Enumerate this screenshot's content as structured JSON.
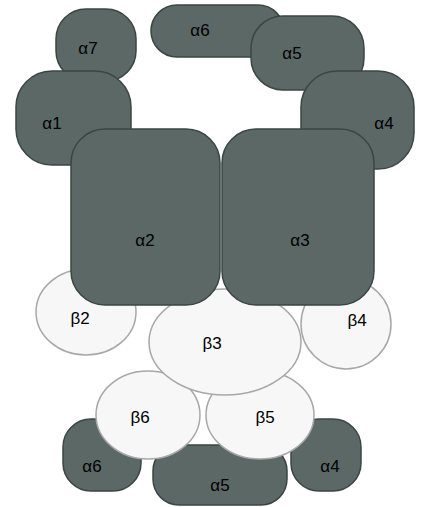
{
  "diagram": {
    "nodes": [
      {
        "text": [
          "α7"
        ]
      },
      {
        "text": [
          "α6"
        ]
      },
      {
        "text": [
          "α5"
        ]
      },
      {
        "text": [
          "α1"
        ]
      },
      {
        "text": [
          "α4"
        ]
      },
      {
        "text": [
          "α2"
        ]
      },
      {
        "text": [
          "α3"
        ]
      },
      {
        "text": [
          "β2"
        ]
      },
      {
        "text": [
          "β3"
        ]
      },
      {
        "text": [
          "β4"
        ]
      },
      {
        "text": [
          "β6"
        ]
      },
      {
        "text": [
          "β5"
        ]
      },
      {
        "text": [
          "α6"
        ]
      },
      {
        "text": [
          "α5"
        ]
      },
      {
        "text": [
          "α4"
        ]
      }
    ]
  }
}
